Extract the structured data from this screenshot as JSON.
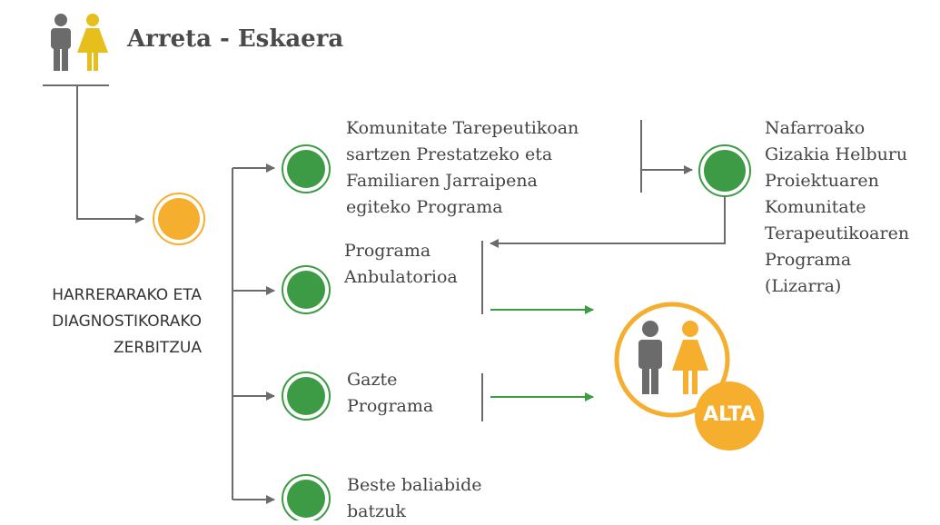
{
  "title": "Arreta - Eskaera",
  "reception": {
    "label": "HARRERARAKO ETA\nDIAGNOSTIKORAKO\nZERBITZUA"
  },
  "programs": [
    {
      "label": "Komunitate Tarepeutikoan\nsartzen Prestatzeko eta\nFamiliaren Jarraipena\negiteko Programa"
    },
    {
      "label": "Programa\nAnbulatorioa"
    },
    {
      "label": "Gazte\nPrograma"
    },
    {
      "label": "Beste baliabide\nbatzuk"
    }
  ],
  "nafarroa": {
    "label": "Nafarroako\nGizakia Helburu\nProiektuaren\nKomunitate\nTerapeutikoaren\nPrograma\n(Lizarra)"
  },
  "alta": {
    "label": "ALTA"
  },
  "icons": {
    "header": [
      "man-icon",
      "woman-icon"
    ],
    "alta": [
      "man-icon",
      "woman-icon"
    ]
  },
  "colors": {
    "gray": "#6b6b6b",
    "green": "#3d9b45",
    "orange": "#f5ae2e",
    "yellow": "#e6bf1d",
    "text": "#444444"
  }
}
